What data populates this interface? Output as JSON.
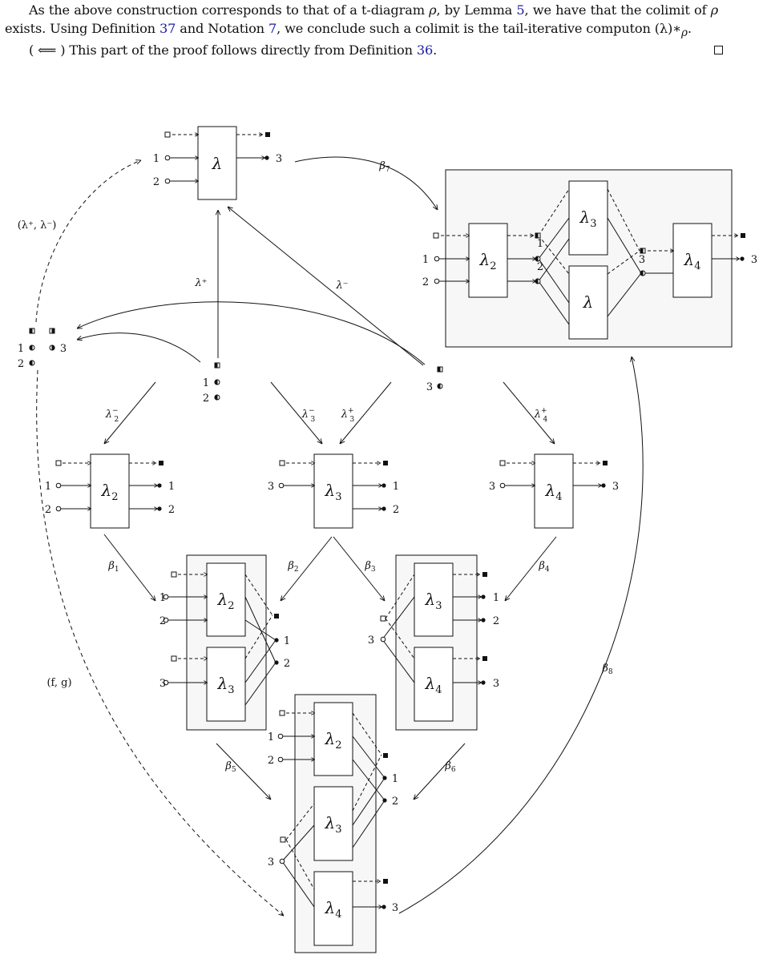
{
  "text": {
    "line1": "As the above construction corresponds to that of a t-diagram ",
    "rho": "ρ",
    "line1b": ", by Lemma ",
    "ref_lemma": "5",
    "line1c": ", we have that the colimit of ",
    "line1d": " exists. Using Definition ",
    "ref_def37": "37",
    "line1e": " and Notation ",
    "ref_not7": "7",
    "line1f": ", we conclude such a colimit is the tail-iterative computon (λ)∗",
    "rho_sub": "ρ",
    "line1g": ".",
    "line2a": "( ⟸ ) This part of the proof follows directly from Definition ",
    "ref_def36": "36",
    "line2b": "."
  },
  "diagram": {
    "box_labels": [
      "λ",
      "λ2",
      "λ3",
      "λ",
      "λ4",
      "λ2",
      "λ3",
      "λ4",
      "λ2",
      "λ3",
      "λ3",
      "λ4",
      "λ2",
      "λ3",
      "λ4"
    ],
    "port_labels": {
      "top_in": [
        "1",
        "2"
      ],
      "top_out": [
        "3"
      ],
      "big_in": [
        "1",
        "2"
      ],
      "big_mid": [
        "1",
        "2",
        "3"
      ],
      "big_out": [
        "3"
      ],
      "left_obj": [
        "1",
        "3",
        "2"
      ],
      "center_obj": [
        "1",
        "2"
      ],
      "right_obj": [
        "3"
      ],
      "l2_in": [
        "1",
        "2"
      ],
      "l2_out": [
        "1",
        "2"
      ],
      "l3_in": [
        "3"
      ],
      "l3_out": [
        "1",
        "2"
      ],
      "l4_in": [
        "3"
      ],
      "l4_out": [
        "3"
      ],
      "bl_in": [
        "1",
        "2",
        "3"
      ],
      "bl_out": [
        "1",
        "2"
      ],
      "br_in": [
        "3"
      ],
      "br_out": [
        "1",
        "2",
        "3"
      ],
      "bot_in": [
        "1",
        "2",
        "3"
      ],
      "bot_out": [
        "1",
        "2",
        "3"
      ]
    },
    "arrow_labels": {
      "beta7": "β",
      "beta7_sub": "7",
      "lam_plus_minus": "(λ⁺, λ⁻)",
      "lam_plus": "λ⁺",
      "lam_minus": "λ⁻",
      "lam2_minus": "λ",
      "lam2_minus_sup": "−",
      "lam2_minus_sub": "2",
      "lam3_minus": "λ",
      "lam3_minus_sup": "−",
      "lam3_minus_sub": "3",
      "lam3_plus": "λ",
      "lam3_plus_sup": "+",
      "lam3_plus_sub": "3",
      "lam4_plus": "λ",
      "lam4_plus_sup": "+",
      "lam4_plus_sub": "4",
      "beta1": "β",
      "beta1_sub": "1",
      "beta2": "β",
      "beta2_sub": "2",
      "beta3": "β",
      "beta3_sub": "3",
      "beta4": "β",
      "beta4_sub": "4",
      "beta5": "β",
      "beta5_sub": "5",
      "beta6": "β",
      "beta6_sub": "6",
      "beta8": "β",
      "beta8_sub": "8",
      "fg": "(f, g)"
    }
  }
}
